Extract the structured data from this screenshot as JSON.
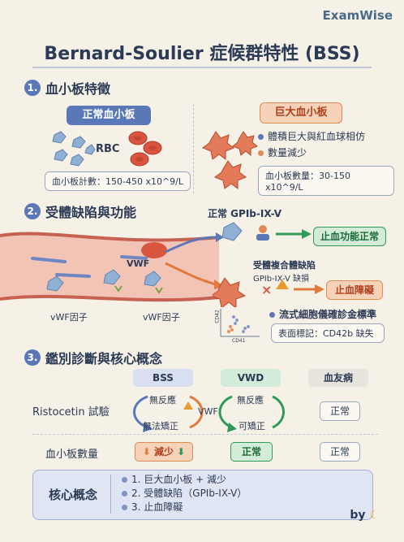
{
  "brand": "ExamWise",
  "title": "Bernard-Soulier 症候群特性 (BSS)",
  "s1": {
    "num": "1.",
    "heading": "血小板特徵",
    "normal_label": "正常血小板",
    "rbc_label": "RBC",
    "normal_count": "血小板計數：150-450 x10^9/L",
    "giant_label": "巨大血小板",
    "bullets": [
      "體積巨大與紅血球相仿",
      "數量減少"
    ],
    "giant_count": "血小板數量：30-150 x10^9/L"
  },
  "s2": {
    "num": "2.",
    "heading": "受體缺陷與功能",
    "normal_receptor": "正常 GPIb-IX-V",
    "normal_result": "止血功能正常",
    "vwf": "VWF",
    "vwf_factor_a": "vWF因子",
    "vwf_factor_b": "vWF因子",
    "defect": "受體複合體缺陷",
    "defect_sub": "GPIb-IX-V 缺損",
    "defect_result": "止血障礙",
    "flow": "流式細胞儀確診金標準",
    "flow_y": "CD42",
    "flow_x": "CD41",
    "marker": "表面標記：CD42b 缺失"
  },
  "s3": {
    "num": "3.",
    "heading": "鑑別診斷與核心概念",
    "cols": [
      "BSS",
      "VWD",
      "血友病"
    ],
    "row1_label": "Ristocetin 試驗",
    "bss_top": "無反應",
    "bss_bottom": "無法矯正",
    "vwf_mid": "VWF",
    "vwd_top": "無反應",
    "vwd_bottom": "可矯正",
    "hemo_r1": "正常",
    "row2_label": "血小板數量",
    "bss_count": "減少",
    "vwd_count": "正常",
    "hemo_count": "正常"
  },
  "core": {
    "label": "核心概念",
    "items": [
      "1. 巨大血小板 + 減少",
      "2. 受體缺陷（GPIb-IX-V）",
      "3. 止血障礙"
    ]
  },
  "by": "by"
}
